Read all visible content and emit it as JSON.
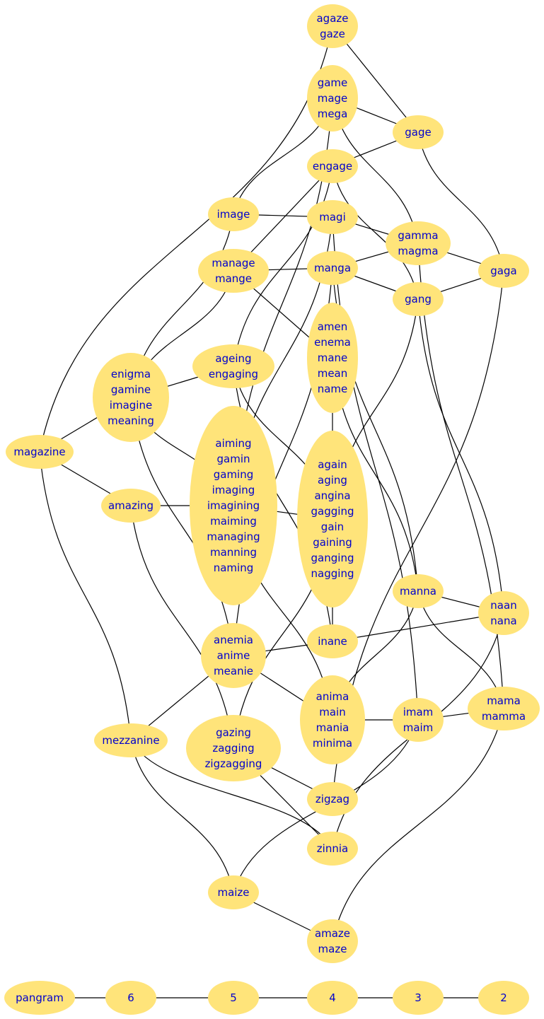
{
  "colors": {
    "node_fill": "#ffe47a",
    "label": "#0000cc",
    "edge": "#000000"
  },
  "nodes": [
    {
      "id": "agaze",
      "lines": [
        "agaze",
        "gaze"
      ]
    },
    {
      "id": "game",
      "lines": [
        "game",
        "mage",
        "mega"
      ]
    },
    {
      "id": "gage",
      "lines": [
        "gage"
      ]
    },
    {
      "id": "engage",
      "lines": [
        "engage"
      ]
    },
    {
      "id": "image",
      "lines": [
        "image"
      ]
    },
    {
      "id": "magi",
      "lines": [
        "magi"
      ]
    },
    {
      "id": "gamma",
      "lines": [
        "gamma",
        "magma"
      ]
    },
    {
      "id": "manage",
      "lines": [
        "manage",
        "mange"
      ]
    },
    {
      "id": "manga",
      "lines": [
        "manga"
      ]
    },
    {
      "id": "gaga",
      "lines": [
        "gaga"
      ]
    },
    {
      "id": "gang",
      "lines": [
        "gang"
      ]
    },
    {
      "id": "amen",
      "lines": [
        "amen",
        "enema",
        "mane",
        "mean",
        "name"
      ]
    },
    {
      "id": "ageing",
      "lines": [
        "ageing",
        "engaging"
      ]
    },
    {
      "id": "enigma",
      "lines": [
        "enigma",
        "gamine",
        "imagine",
        "meaning"
      ]
    },
    {
      "id": "magazine",
      "lines": [
        "magazine"
      ]
    },
    {
      "id": "aiming",
      "lines": [
        "aiming",
        "gamin",
        "gaming",
        "imaging",
        "imagining",
        "maiming",
        "managing",
        "manning",
        "naming"
      ]
    },
    {
      "id": "again",
      "lines": [
        "again",
        "aging",
        "angina",
        "gagging",
        "gain",
        "gaining",
        "ganging",
        "nagging"
      ]
    },
    {
      "id": "amazing",
      "lines": [
        "amazing"
      ]
    },
    {
      "id": "manna",
      "lines": [
        "manna"
      ]
    },
    {
      "id": "naan",
      "lines": [
        "naan",
        "nana"
      ]
    },
    {
      "id": "anemia",
      "lines": [
        "anemia",
        "anime",
        "meanie"
      ]
    },
    {
      "id": "inane",
      "lines": [
        "inane"
      ]
    },
    {
      "id": "anima",
      "lines": [
        "anima",
        "main",
        "mania",
        "minima"
      ]
    },
    {
      "id": "imam",
      "lines": [
        "imam",
        "maim"
      ]
    },
    {
      "id": "mama",
      "lines": [
        "mama",
        "mamma"
      ]
    },
    {
      "id": "mezzanine",
      "lines": [
        "mezzanine"
      ]
    },
    {
      "id": "gazing",
      "lines": [
        "gazing",
        "zagging",
        "zigzagging"
      ]
    },
    {
      "id": "zigzag",
      "lines": [
        "zigzag"
      ]
    },
    {
      "id": "zinnia",
      "lines": [
        "zinnia"
      ]
    },
    {
      "id": "maize",
      "lines": [
        "maize"
      ]
    },
    {
      "id": "amaze",
      "lines": [
        "amaze",
        "maze"
      ]
    },
    {
      "id": "pangram",
      "lines": [
        "pangram"
      ]
    },
    {
      "id": "r6",
      "lines": [
        "6"
      ]
    },
    {
      "id": "r5",
      "lines": [
        "5"
      ]
    },
    {
      "id": "r4",
      "lines": [
        "4"
      ]
    },
    {
      "id": "r3",
      "lines": [
        "3"
      ]
    },
    {
      "id": "r2",
      "lines": [
        "2"
      ]
    }
  ],
  "edges": [
    [
      "magazine",
      "agaze"
    ],
    [
      "magazine",
      "enigma"
    ],
    [
      "magazine",
      "amazing"
    ],
    [
      "magazine",
      "mezzanine"
    ],
    [
      "agaze",
      "gage"
    ],
    [
      "game",
      "gage"
    ],
    [
      "game",
      "image"
    ],
    [
      "game",
      "aiming"
    ],
    [
      "game",
      "gamma"
    ],
    [
      "gage",
      "engage"
    ],
    [
      "gage",
      "gaga"
    ],
    [
      "engage",
      "manage"
    ],
    [
      "engage",
      "gang"
    ],
    [
      "engage",
      "ageing"
    ],
    [
      "image",
      "magi"
    ],
    [
      "image",
      "enigma"
    ],
    [
      "magi",
      "gamma"
    ],
    [
      "magi",
      "aiming"
    ],
    [
      "magi",
      "imam"
    ],
    [
      "manage",
      "manga"
    ],
    [
      "manage",
      "enigma"
    ],
    [
      "manage",
      "amen"
    ],
    [
      "manga",
      "gamma"
    ],
    [
      "manga",
      "gang"
    ],
    [
      "manga",
      "manna"
    ],
    [
      "manga",
      "anemia"
    ],
    [
      "gamma",
      "gaga"
    ],
    [
      "gamma",
      "mama"
    ],
    [
      "gaga",
      "gang"
    ],
    [
      "gaga",
      "zigzag"
    ],
    [
      "gang",
      "again"
    ],
    [
      "gang",
      "naan"
    ],
    [
      "amen",
      "manna"
    ],
    [
      "amen",
      "inane"
    ],
    [
      "ageing",
      "enigma"
    ],
    [
      "ageing",
      "again"
    ],
    [
      "ageing",
      "inane"
    ],
    [
      "enigma",
      "aiming"
    ],
    [
      "enigma",
      "anemia"
    ],
    [
      "aiming",
      "again"
    ],
    [
      "aiming",
      "amazing"
    ],
    [
      "aiming",
      "anima"
    ],
    [
      "again",
      "gazing"
    ],
    [
      "manna",
      "naan"
    ],
    [
      "manna",
      "anima"
    ],
    [
      "manna",
      "mama"
    ],
    [
      "naan",
      "inane"
    ],
    [
      "naan",
      "zinnia"
    ],
    [
      "anemia",
      "inane"
    ],
    [
      "anemia",
      "anima"
    ],
    [
      "anemia",
      "mezzanine"
    ],
    [
      "anima",
      "imam"
    ],
    [
      "imam",
      "mama"
    ],
    [
      "imam",
      "maize"
    ],
    [
      "mama",
      "amaze"
    ],
    [
      "amazing",
      "gazing"
    ],
    [
      "mezzanine",
      "zinnia"
    ],
    [
      "mezzanine",
      "maize"
    ],
    [
      "gazing",
      "zigzag"
    ],
    [
      "gazing",
      "zinnia"
    ],
    [
      "maize",
      "amaze"
    ],
    [
      "pangram",
      "r6"
    ],
    [
      "r6",
      "r5"
    ],
    [
      "r5",
      "r4"
    ],
    [
      "r4",
      "r3"
    ],
    [
      "r3",
      "r2"
    ]
  ]
}
